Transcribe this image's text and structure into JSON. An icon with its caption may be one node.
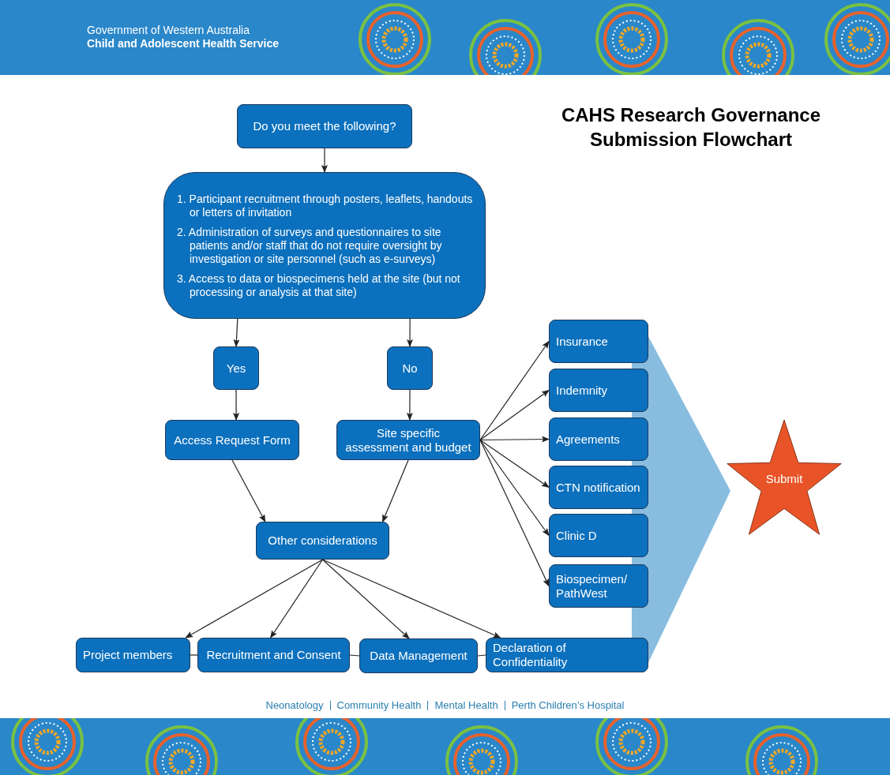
{
  "diagram": {
    "title": "CAHS Research Governance Submission Flowchart",
    "nodes": [
      {
        "text": [
          "Do you meet the following?"
        ]
      },
      {
        "text": [
          "1. Participant recruitment through posters, leaflets, handouts or letters of invitation",
          "2. Administration of surveys and questionnaires to site patients and/or staff that do not require oversight by investigation or site personnel (such as e-surveys)",
          "3. Access to data or biospecimens held at the site (but not processing or analysis at that site)"
        ]
      },
      {
        "text": [
          "Yes"
        ]
      },
      {
        "text": [
          "No"
        ]
      },
      {
        "text": [
          "Access Request Form"
        ]
      },
      {
        "text": [
          "Site specific assessment and budget"
        ]
      },
      {
        "text": [
          "Other considerations"
        ]
      },
      {
        "text": [
          "Insurance"
        ]
      },
      {
        "text": [
          "Indemnity"
        ]
      },
      {
        "text": [
          "Agreements"
        ]
      },
      {
        "text": [
          "CTN notification"
        ]
      },
      {
        "text": [
          "Clinic D"
        ]
      },
      {
        "text": [
          "Biospecimen/ PathWest"
        ]
      },
      {
        "text": [
          "Submit"
        ]
      },
      {
        "text": [
          "Project members"
        ]
      },
      {
        "text": [
          "Recruitment and Consent"
        ]
      },
      {
        "text": [
          "Data Management"
        ]
      },
      {
        "text": [
          "Declaration of Confidentiality"
        ]
      }
    ],
    "edges": [
      {
        "from": 0,
        "to": 1,
        "arrow": "to"
      },
      {
        "from": 1,
        "to": 2,
        "arrow": "to"
      },
      {
        "from": 1,
        "to": 3,
        "arrow": "to"
      },
      {
        "from": 2,
        "to": 4,
        "arrow": "to"
      },
      {
        "from": 3,
        "to": 5,
        "arrow": "to"
      },
      {
        "from": 4,
        "to": 6,
        "arrow": "to"
      },
      {
        "from": 5,
        "to": 6,
        "arrow": "to"
      },
      {
        "from": 5,
        "to": 7,
        "arrow": "to"
      },
      {
        "from": 5,
        "to": 8,
        "arrow": "to"
      },
      {
        "from": 5,
        "to": 9,
        "arrow": "to"
      },
      {
        "from": 5,
        "to": 10,
        "arrow": "to"
      },
      {
        "from": 5,
        "to": 11,
        "arrow": "to"
      },
      {
        "from": 5,
        "to": 12,
        "arrow": "to"
      },
      {
        "from": 6,
        "to": 14,
        "arrow": "to"
      },
      {
        "from": 6,
        "to": 15,
        "arrow": "to"
      },
      {
        "from": 6,
        "to": 16,
        "arrow": "to"
      },
      {
        "from": 6,
        "to": 17,
        "arrow": "to"
      },
      {
        "from": 14,
        "to": 15,
        "arrow": "none"
      },
      {
        "from": 15,
        "to": 16,
        "arrow": "none"
      },
      {
        "from": 16,
        "to": 17,
        "arrow": "none"
      }
    ],
    "labels": [
      "Government of Western Australia",
      "Child and Adolescent Health Service",
      "Neonatology",
      "Community Health",
      "Mental Health",
      "Perth Children’s Hospital"
    ]
  }
}
